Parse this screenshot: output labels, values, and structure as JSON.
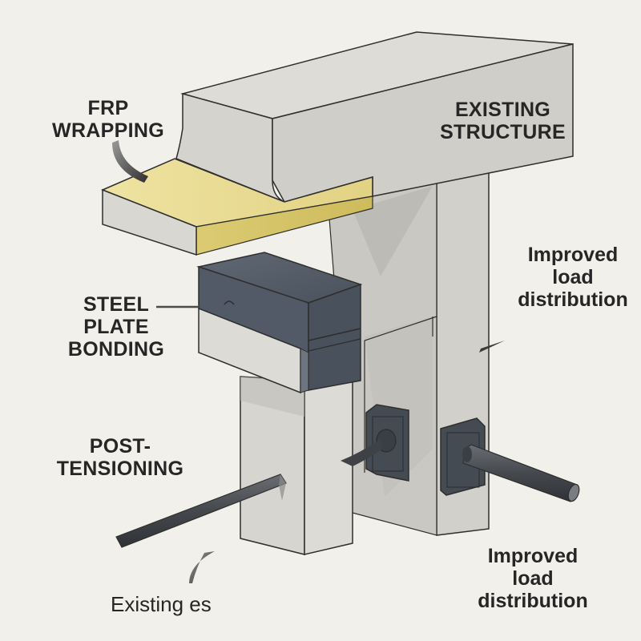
{
  "diagram": {
    "title": "Structural strengthening methods",
    "labels": {
      "frp_wrapping": [
        "FRP",
        "WRAPPING"
      ],
      "existing_structure": [
        "EXISTING",
        "STRUCTURE"
      ],
      "improved_load_top": [
        "Improved",
        "load",
        "distribution"
      ],
      "steel_plate_bonding": [
        "STEEL",
        "PLATE",
        "BONDING"
      ],
      "post_tensioning": [
        "POST-",
        "TENSIONING"
      ],
      "improved_load_bottom": [
        "Improved",
        "load",
        "distribution"
      ],
      "existing_es": [
        "Existing es"
      ]
    },
    "colors": {
      "background": "#f2f0eb",
      "concrete_light": "#dcdbd6",
      "concrete_mid": "#cfcdc7",
      "concrete_dark": "#bdbbb5",
      "frp_yellow": "#e9dc93",
      "frp_dark": "#d3c46a",
      "steel": "#4d5560",
      "steel_dark": "#3c434c",
      "rod": "#4a4d52",
      "outline": "#2e2e2e",
      "text": "#262626"
    }
  }
}
